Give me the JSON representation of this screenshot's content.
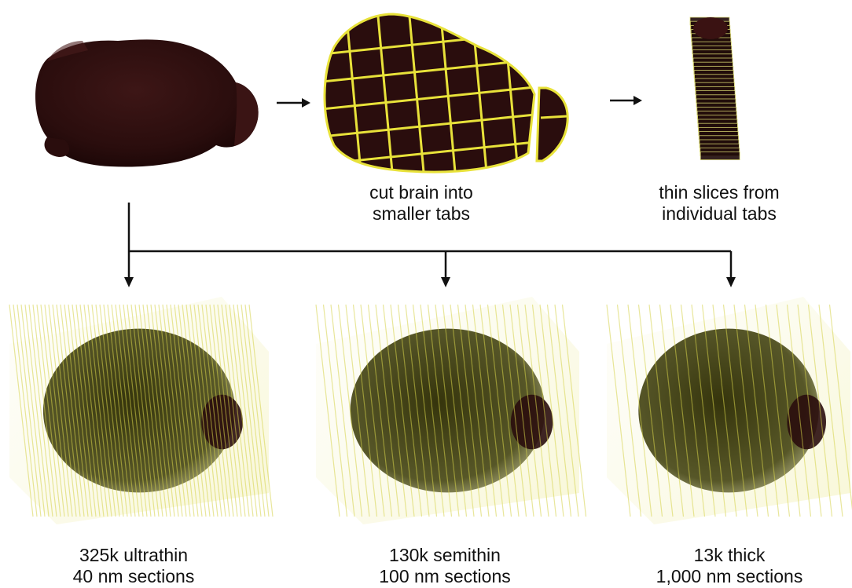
{
  "figure": {
    "captions": {
      "cut_brain": {
        "line1": "cut brain into",
        "line2": "smaller tabs"
      },
      "thin_slices": {
        "line1": "thin slices from",
        "line2": "individual tabs"
      },
      "ultrathin": {
        "line1": "325k ultrathin",
        "line2": "40 nm sections"
      },
      "semithin": {
        "line1": "130k semithin",
        "line2": "100 nm sections"
      },
      "thick": {
        "line1": "13k thick",
        "line2": "1,000 nm sections"
      }
    },
    "colors": {
      "brain": "#2a0d0d",
      "brain_highlight": "#4a1c1c",
      "slice_edge": "#e8e23a",
      "arrow": "#111111"
    }
  }
}
